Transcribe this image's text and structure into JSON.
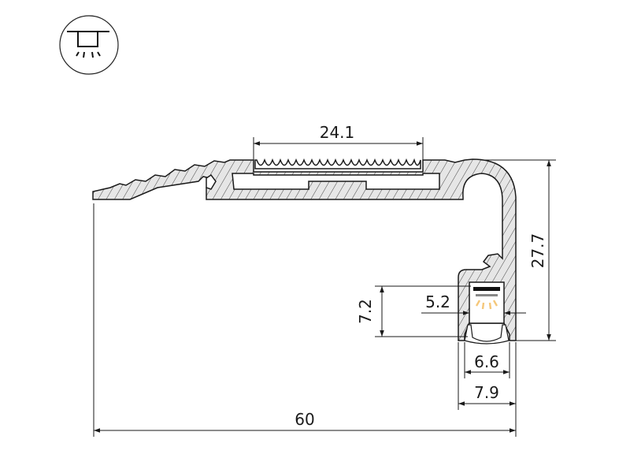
{
  "icon": {
    "name": "ceiling-downlight-icon"
  },
  "dimensions": {
    "groove_width": "24.1",
    "total_height": "27.7",
    "channel_depth": "7.2",
    "channel_inner_width": "5.2",
    "diffuser_width": "6.6",
    "channel_outer_width": "7.9",
    "total_width": "60"
  },
  "colors": {
    "profile_fill": "#e6e6e6",
    "line": "#1a1a1a",
    "led_light": "#f5c77a"
  }
}
